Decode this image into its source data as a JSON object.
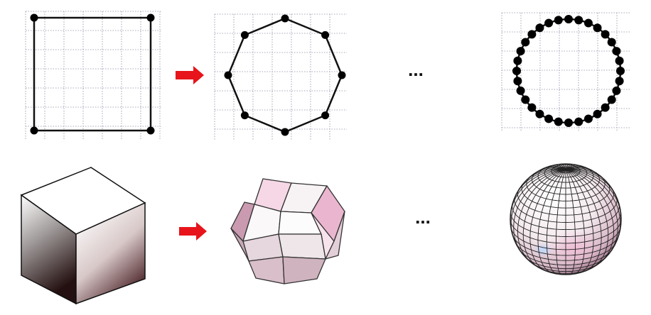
{
  "diagram": {
    "ellipsis_top": "...",
    "ellipsis_bottom": "...",
    "colors": {
      "arrow": "#e8141b",
      "stroke": "#111111",
      "grid": "#8c8ca8",
      "vertex": "#000000"
    },
    "icons": {
      "arrow_top": "right-arrow-icon",
      "arrow_bottom": "right-arrow-icon"
    },
    "stages_2d": [
      {
        "shape": "square",
        "vertex_count": 4
      },
      {
        "shape": "octagon",
        "vertex_count": 8
      },
      {
        "shape": "circle-polygon",
        "vertex_count": 32
      }
    ],
    "stages_3d": [
      {
        "shape": "cube"
      },
      {
        "shape": "polyhedron"
      },
      {
        "shape": "sphere-mesh"
      }
    ]
  }
}
